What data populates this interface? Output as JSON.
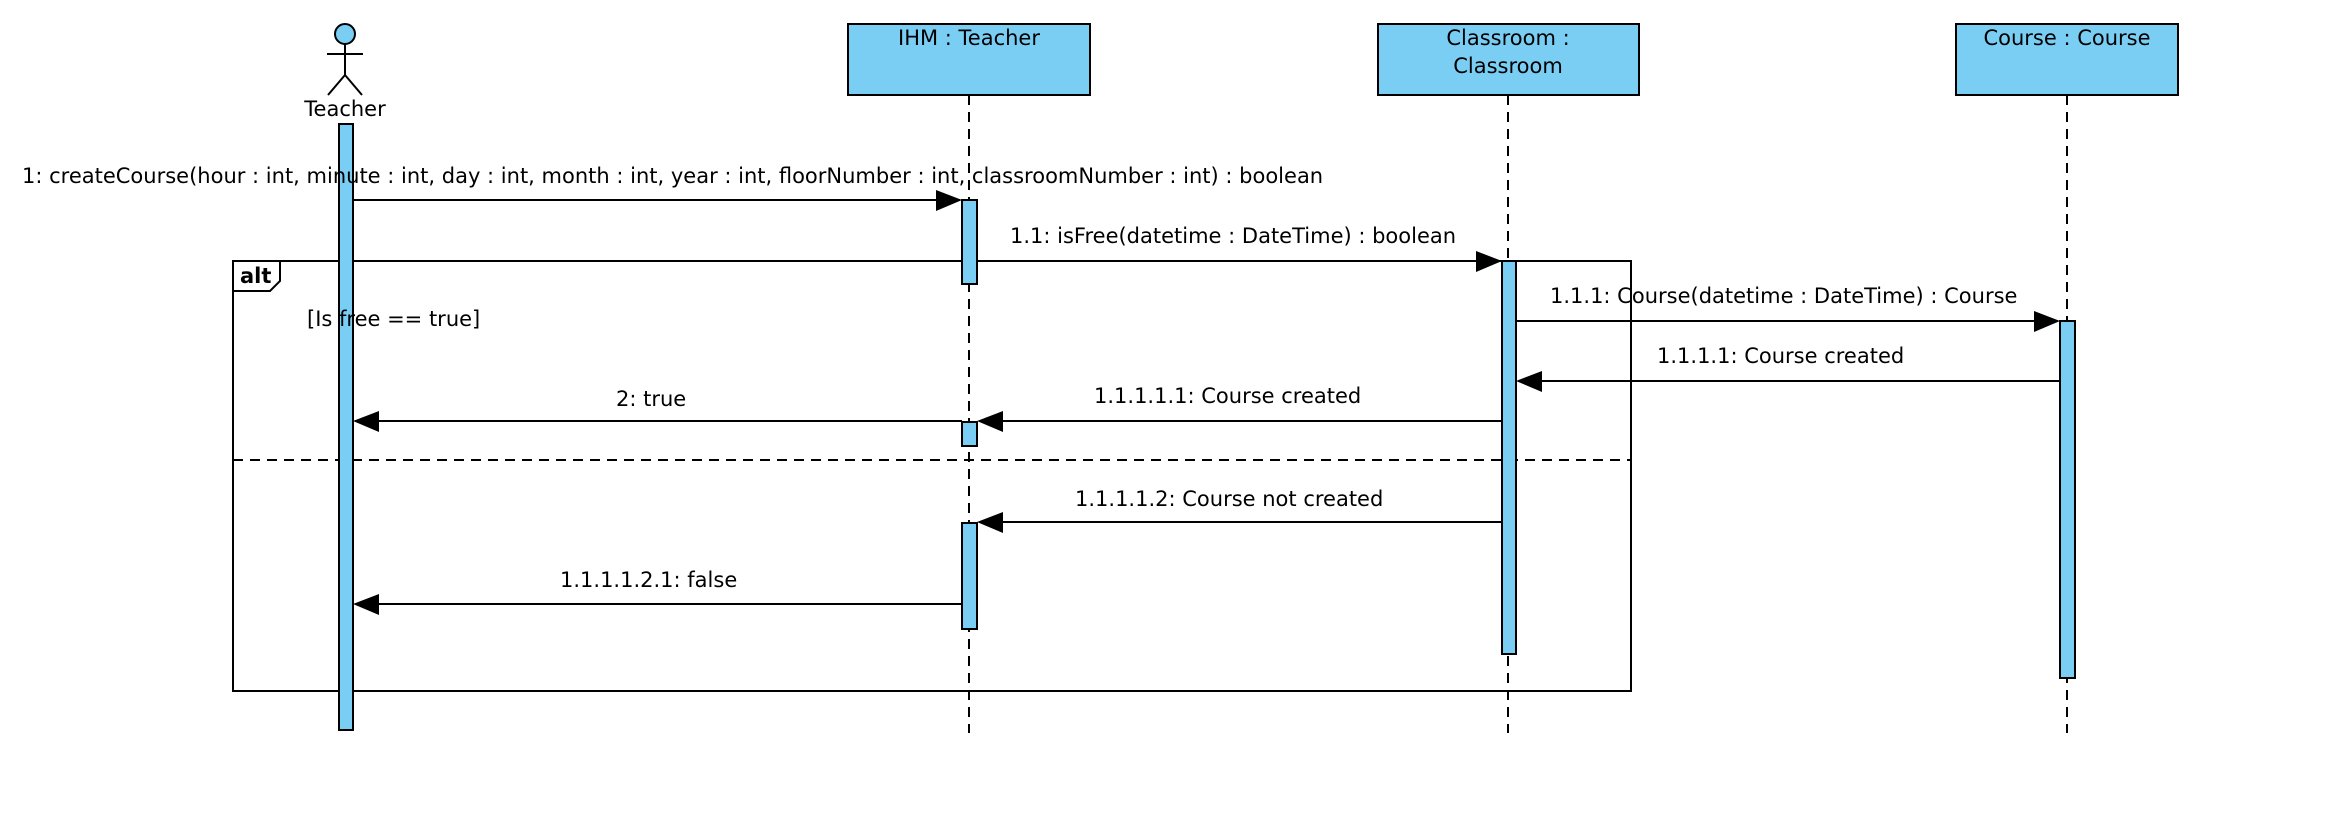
{
  "colors": {
    "fill": "#7acef4",
    "stroke": "#000000",
    "background": "#ffffff"
  },
  "actor": {
    "name": "Teacher",
    "icon": "stick-figure-icon"
  },
  "lifelines": {
    "ihm": {
      "line1": "IHM : Teacher"
    },
    "classroom": {
      "line1": "Classroom :",
      "line2": "Classroom"
    },
    "course": {
      "line1": "Course : Course"
    }
  },
  "frame": {
    "operator": "alt",
    "guard": "[Is free == true]"
  },
  "messages": {
    "m1": "1: createCourse(hour : int, minute : int, day : int, month : int, year : int, floorNumber : int, classroomNumber : int) : boolean",
    "m2": "1.1: isFree(datetime : DateTime) : boolean",
    "m3": "1.1.1: Course(datetime : DateTime) : Course",
    "m4": "1.1.1.1: Course created",
    "m5": "1.1.1.1.1: Course created",
    "m6": "2: true",
    "m7": "1.1.1.1.2: Course not created",
    "m8": "1.1.1.1.2.1: false"
  }
}
